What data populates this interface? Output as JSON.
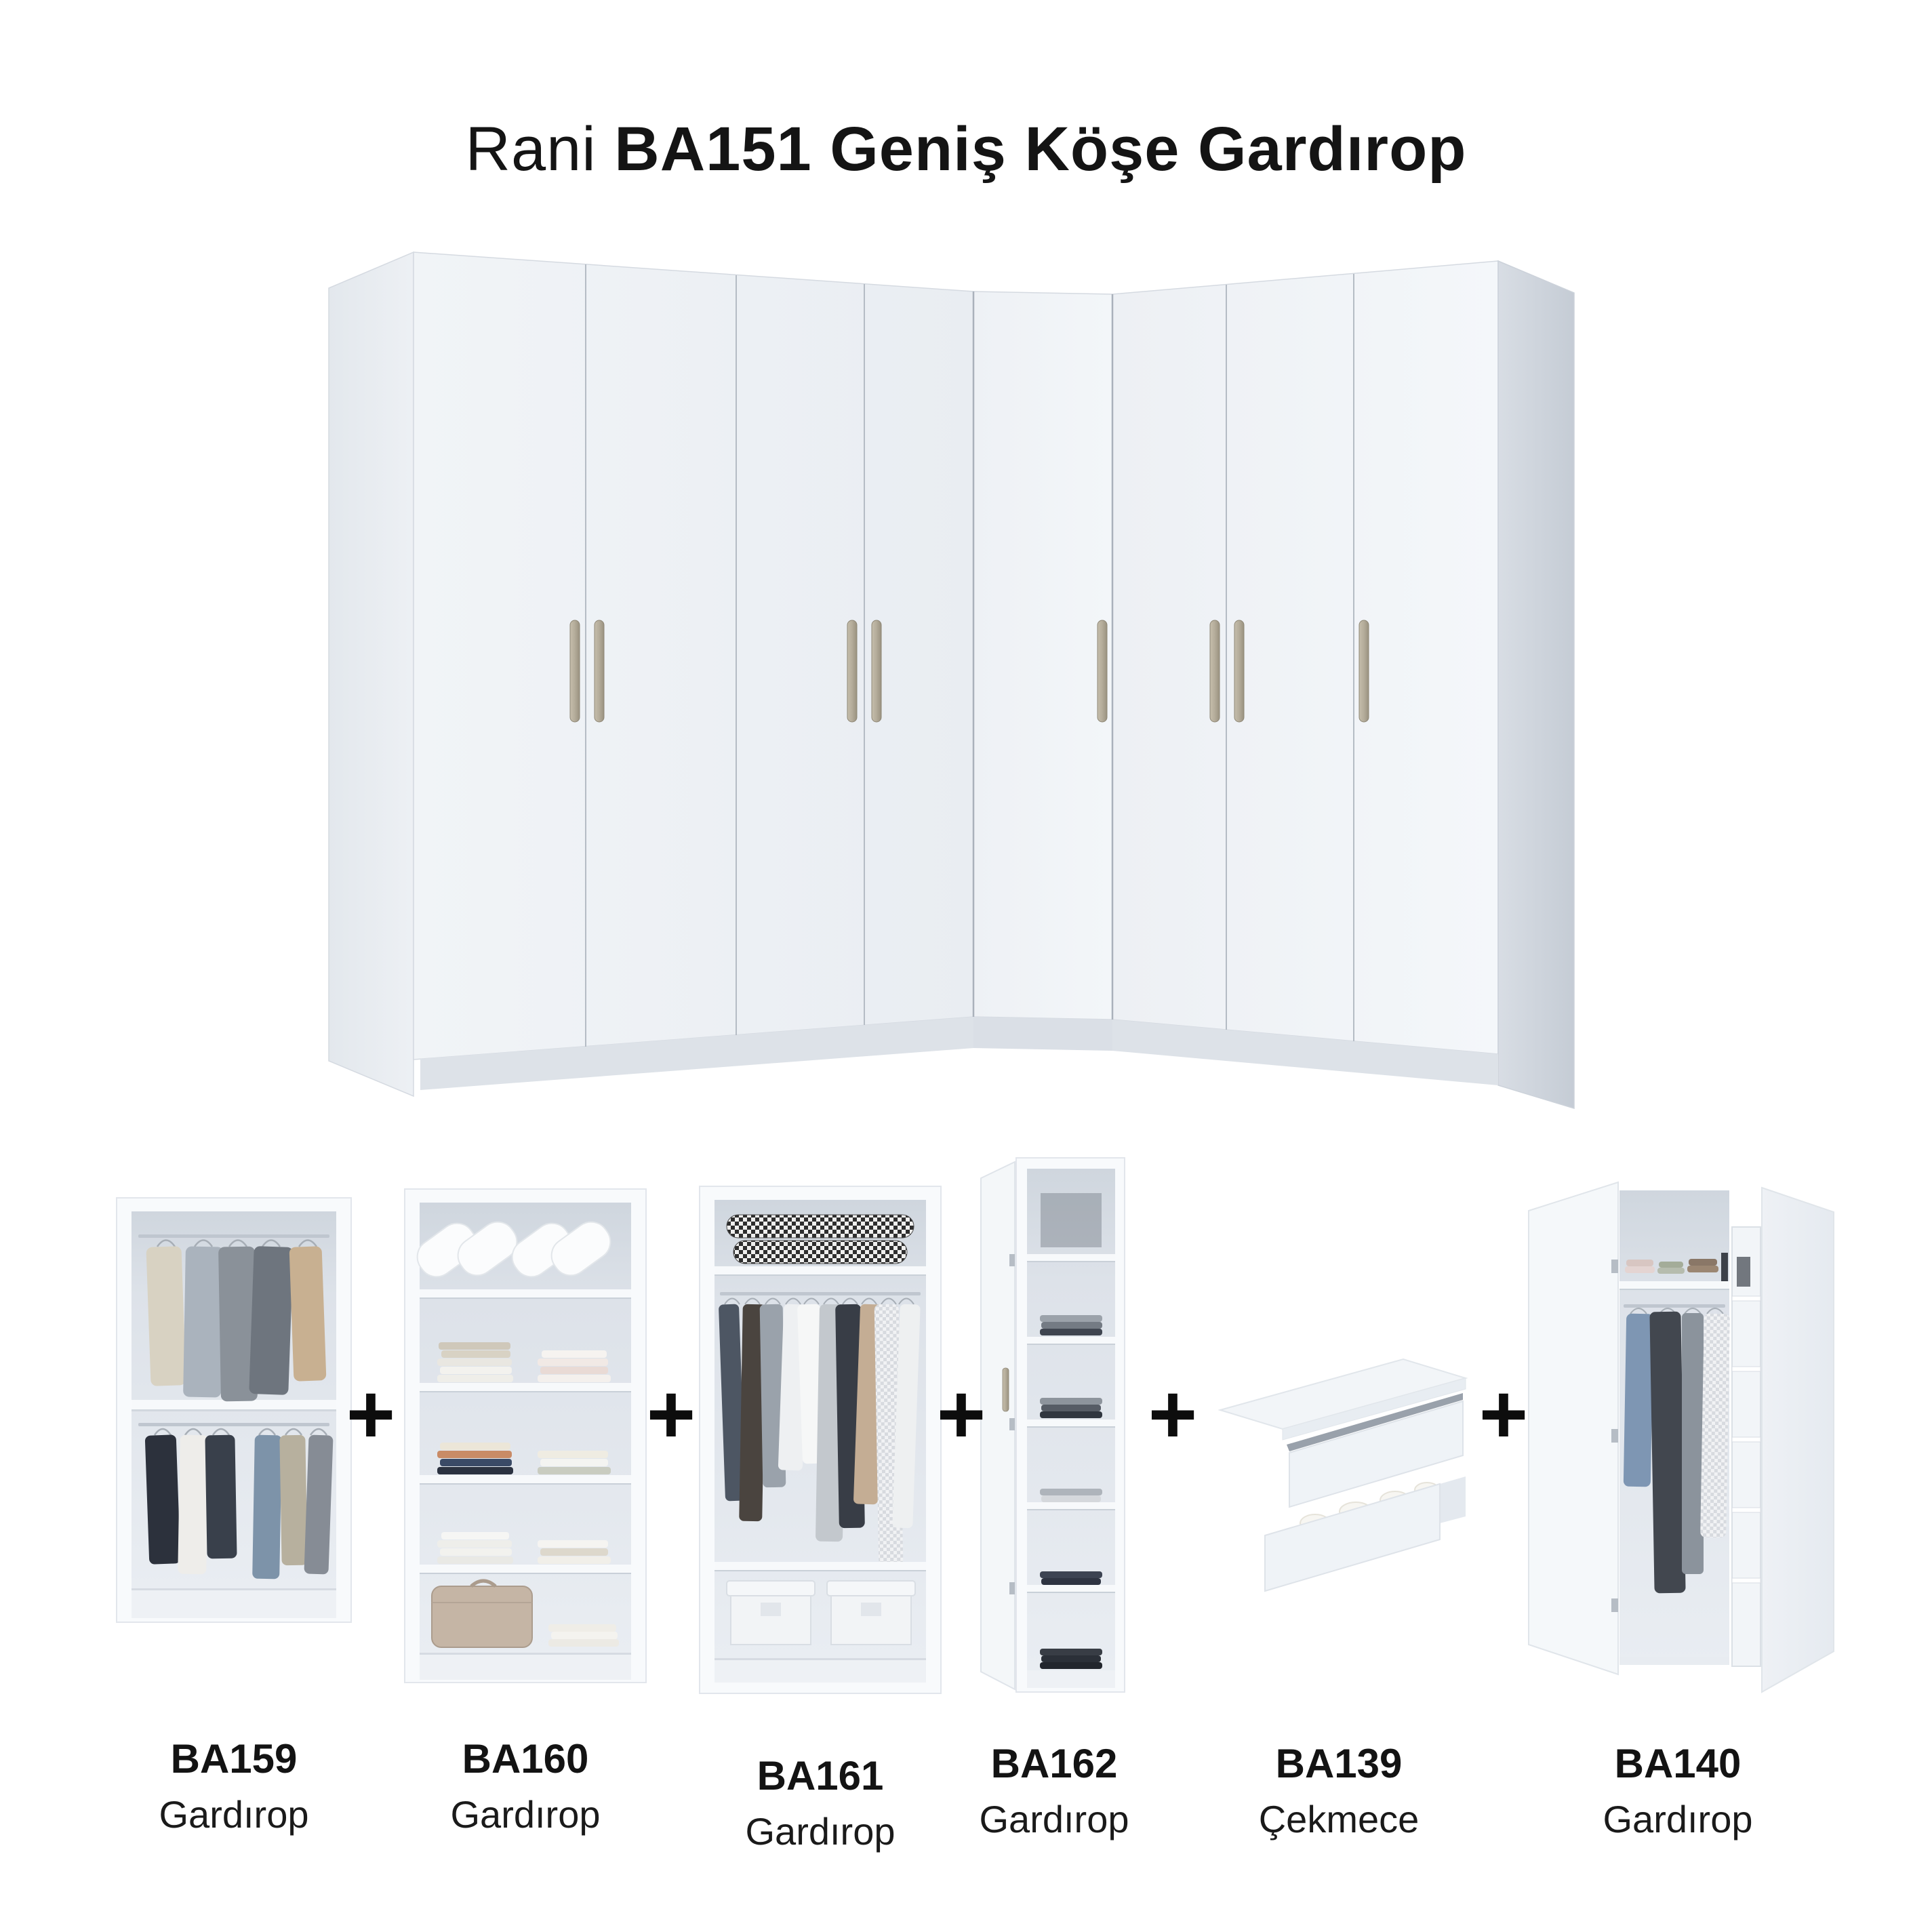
{
  "title": {
    "prefix": "Rani",
    "rest": "BA151 Geniş Köşe Gardırop"
  },
  "plus_symbol": "+",
  "components": [
    {
      "code": "BA159",
      "type": "Gardırop"
    },
    {
      "code": "BA160",
      "type": "Gardırop"
    },
    {
      "code": "BA161",
      "type": "Gardırop"
    },
    {
      "code": "BA162",
      "type": "Gardırop"
    },
    {
      "code": "BA139",
      "type": "Çekmece"
    },
    {
      "code": "BA140",
      "type": "Gardırop"
    }
  ],
  "colors": {
    "background": "#ffffff",
    "text": "#111111",
    "handle": "#b4ac9a",
    "cabinet_face": "#eff2f6",
    "cabinet_side": "#ccd3da",
    "interior": "#dde2e8"
  }
}
